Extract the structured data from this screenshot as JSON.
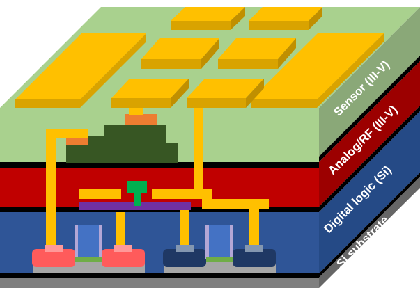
{
  "layers": {
    "sensor": "Sensor (III-V)",
    "analog_rf": "Analog/RF (III-V)",
    "digital_logic": "Digital logic (Si)",
    "substrate": "Si substrate"
  },
  "colors": {
    "sensor_front": "#a9d18e",
    "sensor_side": "#8aa878",
    "analog_front": "#c00000",
    "analog_side": "#9c0000",
    "digital_front": "#2f5597",
    "digital_side": "#254a86",
    "substrate_front": "#7f7f7f",
    "substrate_side": "#666666",
    "separator": "#000000",
    "metal": "#ffc000",
    "metal_top": "#ffd84d",
    "metal_edge": "#d9a300",
    "device_mesa": "#375623",
    "contact_orange": "#ed7d31",
    "gate_green": "#00b050",
    "purple_line": "#7030a0",
    "nmos_red": "#ff5b5b",
    "pmos_navy": "#1f3864",
    "gate_blue": "#4472c4",
    "gate_lavender": "#b4a7d6",
    "base_gray": "#a6a6a6"
  }
}
